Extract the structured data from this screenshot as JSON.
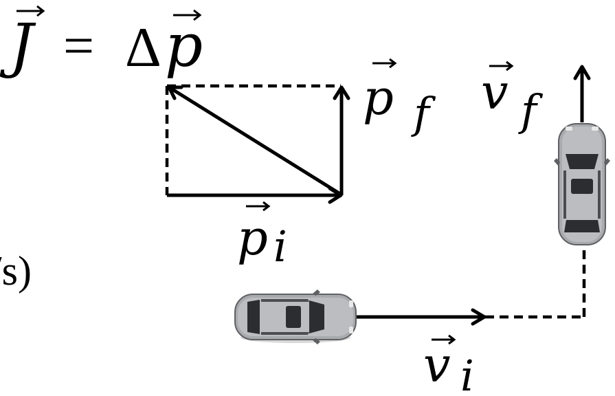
{
  "equation": {
    "lhs": "J",
    "equals": "=",
    "delta": "Δ",
    "rhs": "p"
  },
  "labels": {
    "p_final": {
      "symbol": "p",
      "subscript": "f"
    },
    "p_initial": {
      "symbol": "p",
      "subscript": "i"
    },
    "v_final": {
      "symbol": "v",
      "subscript": "f"
    },
    "v_initial": {
      "symbol": "v",
      "subscript": "i"
    }
  },
  "cut_text": "/s)",
  "colors": {
    "ink": "#000000",
    "car_body": "#a9aaad",
    "car_dark": "#2b2d30"
  }
}
